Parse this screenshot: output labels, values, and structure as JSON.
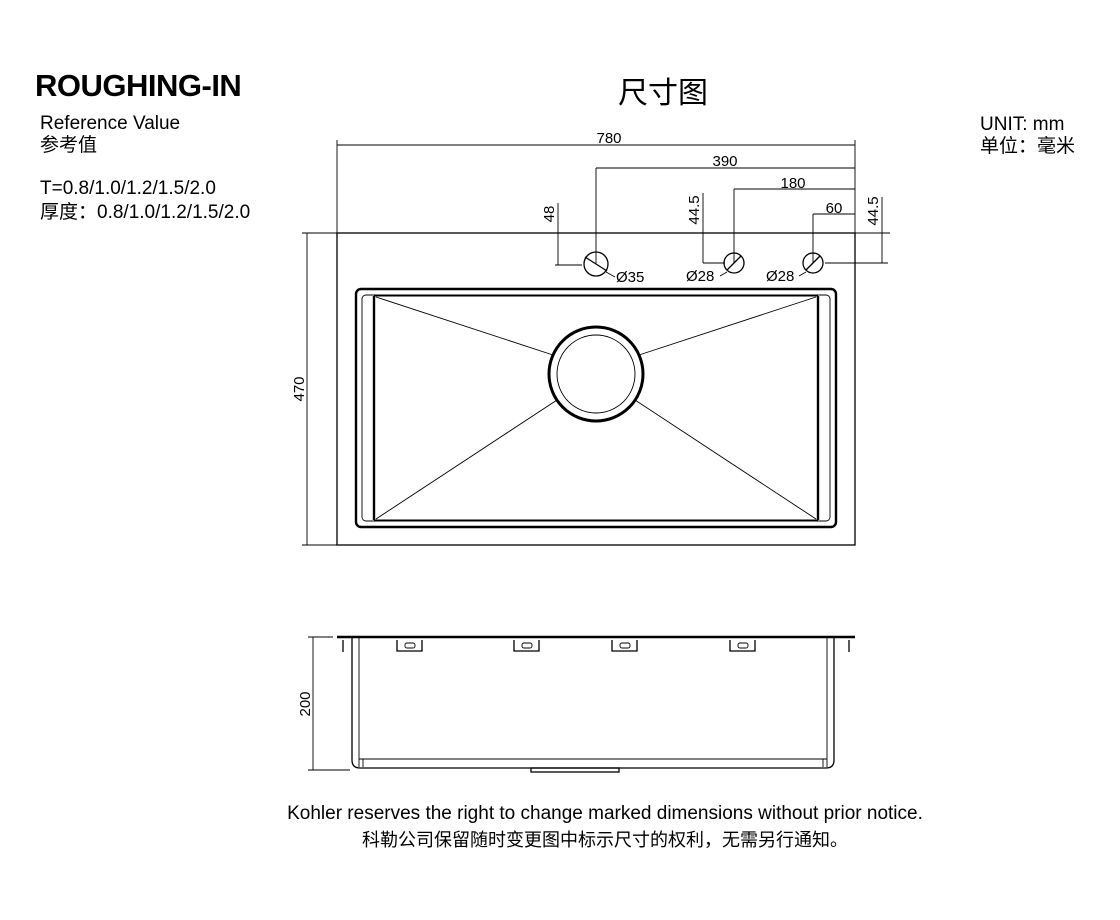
{
  "header": {
    "title": "ROUGHING-IN",
    "title_cn": "尺寸图",
    "reference_value": "Reference Value",
    "reference_value_cn": "参考值",
    "thickness": "T=0.8/1.0/1.2/1.5/2.0",
    "thickness_cn": "厚度：0.8/1.0/1.2/1.5/2.0",
    "unit": "UNIT: mm",
    "unit_cn": "单位：毫米"
  },
  "dimensions": {
    "overall_width": "780",
    "center_to_edge": "390",
    "hole2_offset": "180",
    "hole3_offset": "60",
    "hole1_depth": "48",
    "hole2_depth": "44.5",
    "hole3_depth": "44.5",
    "hole1_diameter": "Ø35",
    "hole2_diameter": "Ø28",
    "hole3_diameter": "Ø28",
    "overall_depth": "470",
    "height": "200"
  },
  "footer": {
    "notice": "Kohler reserves the right to change marked dimensions without prior notice.",
    "notice_cn": "科勒公司保留随时变更图中标示尺寸的权利，无需另行通知。"
  }
}
